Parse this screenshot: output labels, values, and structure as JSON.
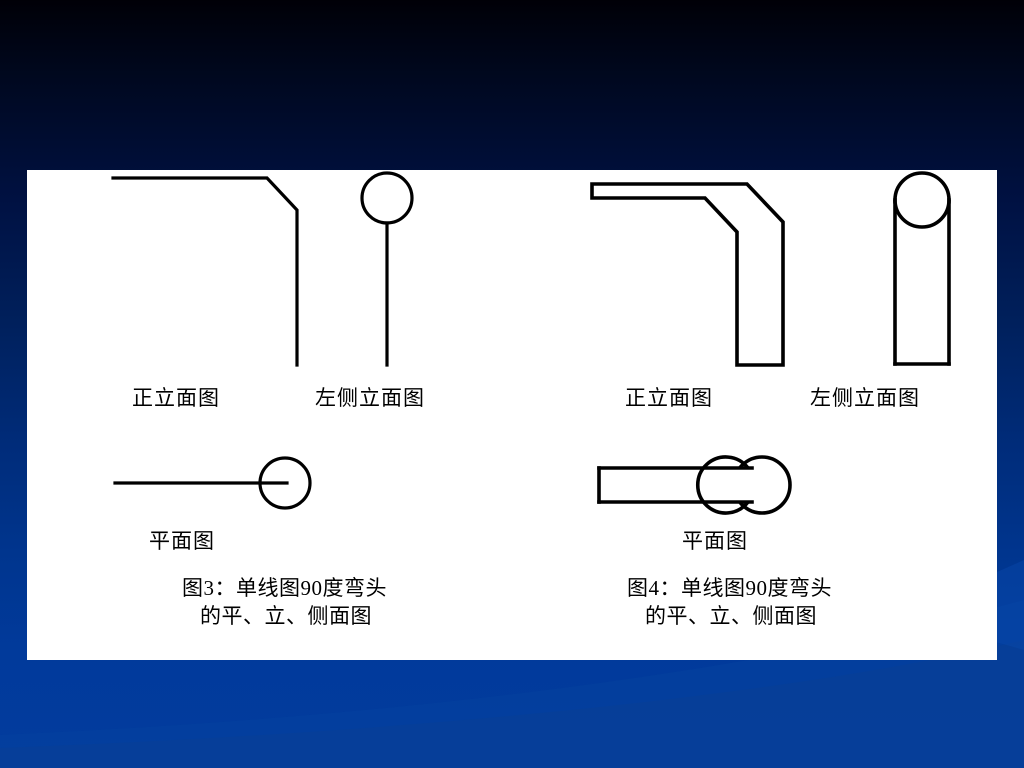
{
  "slide": {
    "background_top_color": "#000007",
    "background_bottom_color": "#023c9e",
    "panel_background_color": "#ffffff",
    "line_color": "#000000"
  },
  "figures": [
    {
      "id": "figure-3",
      "style": "single-line",
      "views": {
        "front_elevation_label": "正立面图",
        "side_elevation_label": "左侧立面图",
        "plan_label": "平面图"
      },
      "caption_line_1": "图3：单线图90度弯头",
      "caption_line_2": "的平、立、侧面图"
    },
    {
      "id": "figure-4",
      "style": "double-line",
      "views": {
        "front_elevation_label": "正立面图",
        "side_elevation_label": "左侧立面图",
        "plan_label": "平面图"
      },
      "caption_line_1": "图4：单线图90度弯头",
      "caption_line_2": "的平、立、侧面图"
    }
  ]
}
